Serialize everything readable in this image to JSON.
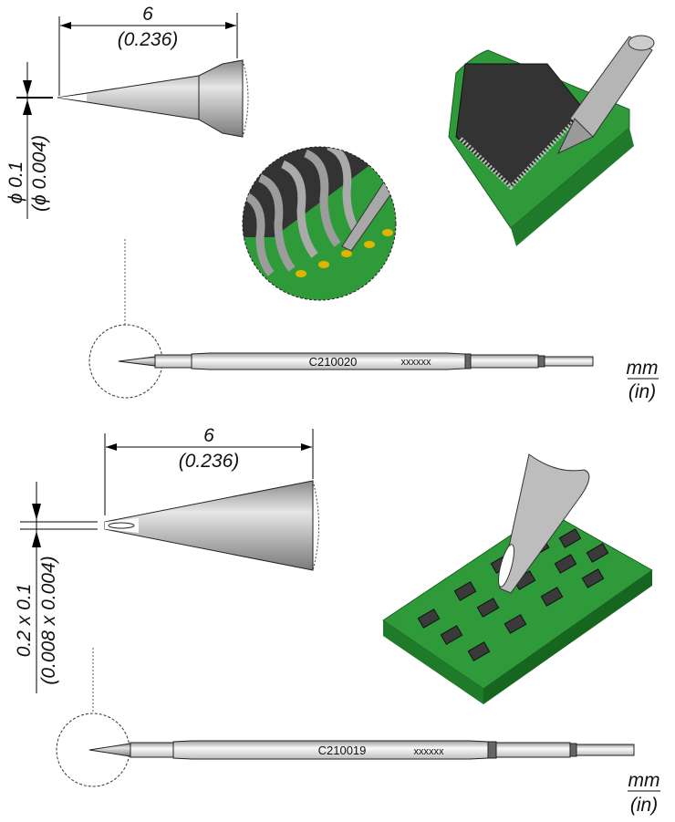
{
  "tip_top": {
    "length_mm": "6",
    "length_in": "(0.236)",
    "diameter_mm": "ϕ 0.1",
    "diameter_in": "(ϕ 0.004)",
    "part_number": "C210020",
    "code": "xxxxxx"
  },
  "tip_bottom": {
    "length_mm": "6",
    "length_in": "(0.236)",
    "size_mm": "0.2 x 0.1",
    "size_in": "(0.008 x 0.004)",
    "part_number": "C210019",
    "code": "xxxxxx"
  },
  "units": {
    "mm": "mm",
    "in": "(in)"
  },
  "colors": {
    "pcb": "#2f9a3a",
    "chip": "#333333",
    "pad": "#e0b400",
    "tip": "#bdbdbd"
  }
}
